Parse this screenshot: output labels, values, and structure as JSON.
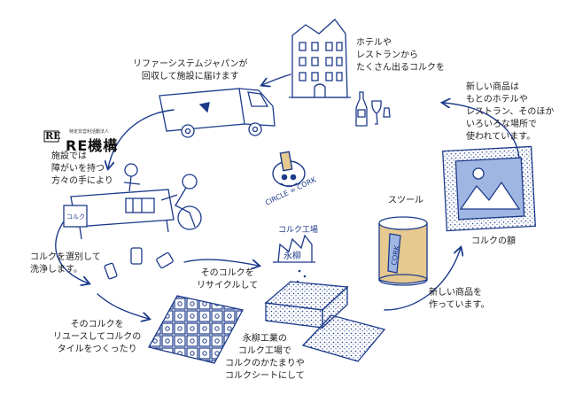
{
  "labels": {
    "hotel": [
      "ホテルや",
      "レストランから",
      "たくさん出るコルクを"
    ],
    "refire": [
      "リファーシステムジャパンが",
      "回収して施設に届けます"
    ],
    "new_products_hotel": [
      "新しい商品は",
      "もとのホテルや",
      "レストラン、そのほか",
      "いろいろな場所で",
      "使われています。"
    ],
    "facility": [
      "施設では",
      "障がいを持つ",
      "方々の手により"
    ],
    "stool": "スツール",
    "frame": "コルクの額",
    "sort": [
      "コルクを選別して",
      "洗浄します。"
    ],
    "recycle": [
      "そのコルクを",
      "リサイクルして"
    ],
    "new_products_make": [
      "新しい商品を",
      "作っています。"
    ],
    "reuse": [
      "そのコルクを",
      "リユースしてコルクの",
      "タイルをつくったり"
    ],
    "factory": [
      "永柳工業の",
      "コルク工場で",
      "コルクのかたまりや",
      "コルクシートにして"
    ]
  },
  "logo": {
    "mark": "RE",
    "subtitle": "特定非営利活動法人",
    "title": "RE機構"
  },
  "sketch_text": {
    "circle_cork": "CIRCLE ∞ CORK",
    "factory_sign": "コルク工場",
    "factory_board": "永柳",
    "stool_brand": "CORK",
    "box_label": "コルク"
  },
  "colors": {
    "ink": "#1c3a8a",
    "text": "#1d1d1d",
    "cork": "#e6c98f",
    "frame_blue": "#9fb6e2"
  }
}
